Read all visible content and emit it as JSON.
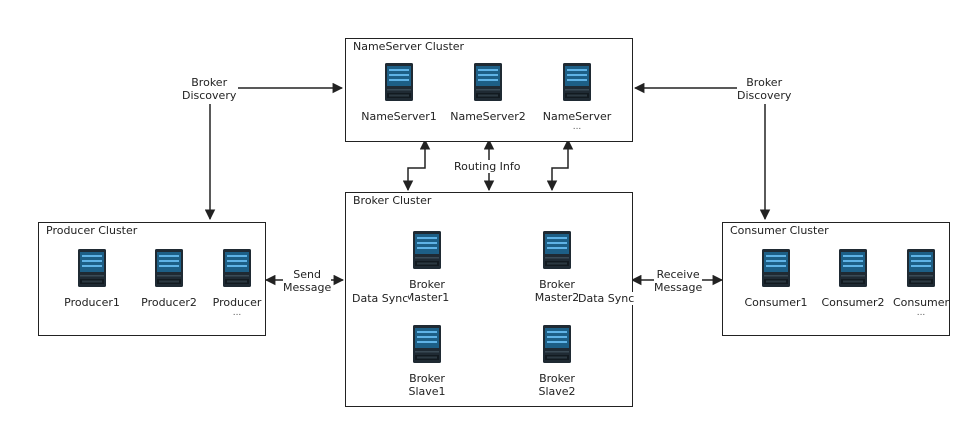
{
  "clusters": {
    "nameserver": {
      "title": "NameServer Cluster",
      "nodes": [
        {
          "label": "NameServer1",
          "sub": ""
        },
        {
          "label": "NameServer2",
          "sub": ""
        },
        {
          "label": "NameServer",
          "sub": "..."
        }
      ]
    },
    "producer": {
      "title": "Producer Cluster",
      "nodes": [
        {
          "label": "Producer1",
          "sub": ""
        },
        {
          "label": "Producer2",
          "sub": ""
        },
        {
          "label": "Producer",
          "sub": "..."
        }
      ]
    },
    "broker": {
      "title": "Broker Cluster",
      "nodes": [
        {
          "label": "Broker",
          "label2": "Master1"
        },
        {
          "label": "Broker",
          "label2": "Master2"
        },
        {
          "label": "Broker",
          "label2": "Slave1"
        },
        {
          "label": "Broker",
          "label2": "Slave2"
        }
      ]
    },
    "consumer": {
      "title": "Consumer Cluster",
      "nodes": [
        {
          "label": "Consumer1",
          "sub": ""
        },
        {
          "label": "Consumer2",
          "sub": ""
        },
        {
          "label": "Consumer",
          "sub": "..."
        }
      ]
    }
  },
  "edge_labels": {
    "broker_discovery_left": {
      "line1": "Broker",
      "line2": "Discovery"
    },
    "broker_discovery_right": {
      "line1": "Broker",
      "line2": "Discovery"
    },
    "routing_info": "Routing Info",
    "send_message": {
      "line1": "Send",
      "line2": "Message"
    },
    "receive_message": {
      "line1": "Receive",
      "line2": "Message"
    },
    "data_sync_left": "Data Sync",
    "data_sync_right": "Data Sync"
  },
  "colors": {
    "line": "#222222",
    "server_body": "#1f2a33",
    "server_screen": "#1d5f86",
    "server_bar": "#5fb3e6"
  },
  "icons": {
    "server": "server-icon"
  }
}
